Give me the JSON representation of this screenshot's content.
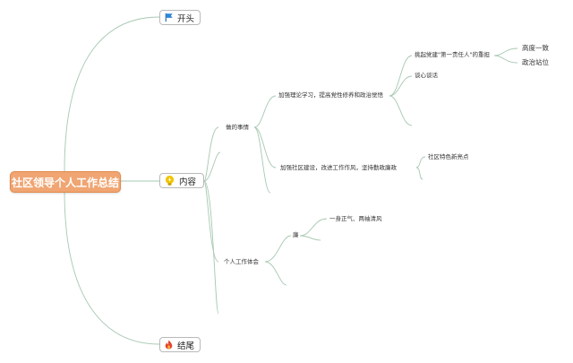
{
  "root": {
    "label": "社区领导个人工作总结"
  },
  "topics": {
    "start": {
      "label": "开头",
      "icon": "blue-flag-icon"
    },
    "content": {
      "label": "内容",
      "icon": "yellow-lightbulb-icon"
    },
    "end": {
      "label": "结尾",
      "icon": "red-fire-icon"
    }
  },
  "branches": {
    "work_done": {
      "label": "做的事情",
      "items": [
        {
          "label": "加强理论学习，提高党性修养和政治觉悟",
          "children": [
            {
              "label": "挑起党建\"第一责任人\"的重担",
              "children": [
                "高度一致",
                "政治站位"
              ]
            },
            {
              "label": "谈心谈话"
            }
          ]
        },
        {
          "label": "加强社区建设，改进工作作风，坚持勤政廉政",
          "children": [
            {
              "label": "社区特色新亮点"
            }
          ]
        }
      ]
    },
    "experience": {
      "label": "个人工作体会",
      "items": [
        {
          "label": "廉",
          "children": [
            {
              "label": "一身正气、两袖清风"
            }
          ]
        }
      ]
    }
  },
  "colors": {
    "root_fill": "#f0a572",
    "line": "#a6c8b1"
  }
}
